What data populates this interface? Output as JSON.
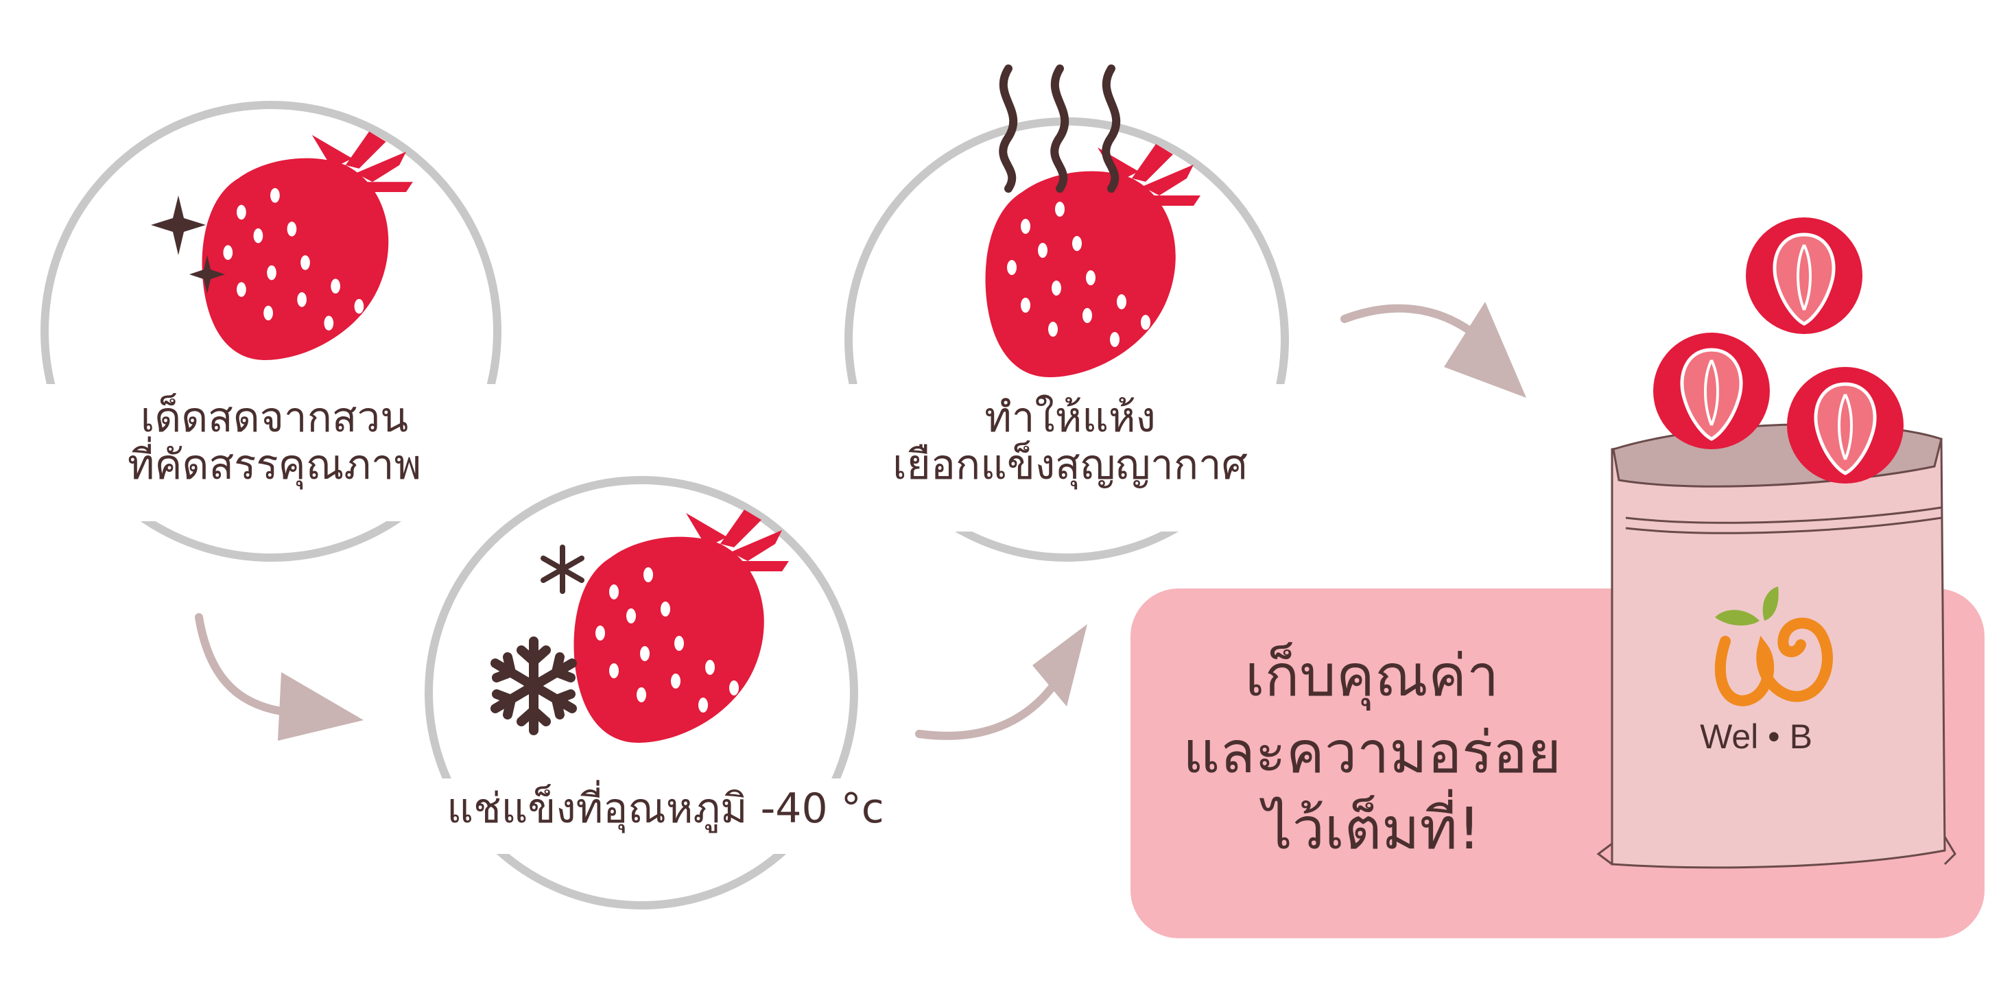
{
  "steps": [
    {
      "line1": "เด็ดสดจากสวน",
      "line2": "ที่คัดสรรคุณภาพ"
    },
    {
      "line1": "แช่แข็งที่อุณหภูมิ -40 °c"
    },
    {
      "line1": "ทำให้แห้ง",
      "line2": "เยือกแข็งสุญญากาศ"
    }
  ],
  "slogan": {
    "line1": "เก็บคุณค่า",
    "line2": "และความอร่อย",
    "line3": "ไว้เต็มที่!"
  },
  "brand": "Wel • B",
  "colors": {
    "strawberry": "#e31b3c",
    "seed": "#ffffff",
    "leaf": "#e31b3c",
    "circle": "#c8c8c8",
    "arrow": "#c9b3b3",
    "text": "#4a2f2f",
    "panel": "#f7b4bb",
    "bag": "#f0c8ca",
    "slice_inner": "#f0737f",
    "logo_orange": "#f08a1e",
    "logo_green": "#8fb03a"
  }
}
